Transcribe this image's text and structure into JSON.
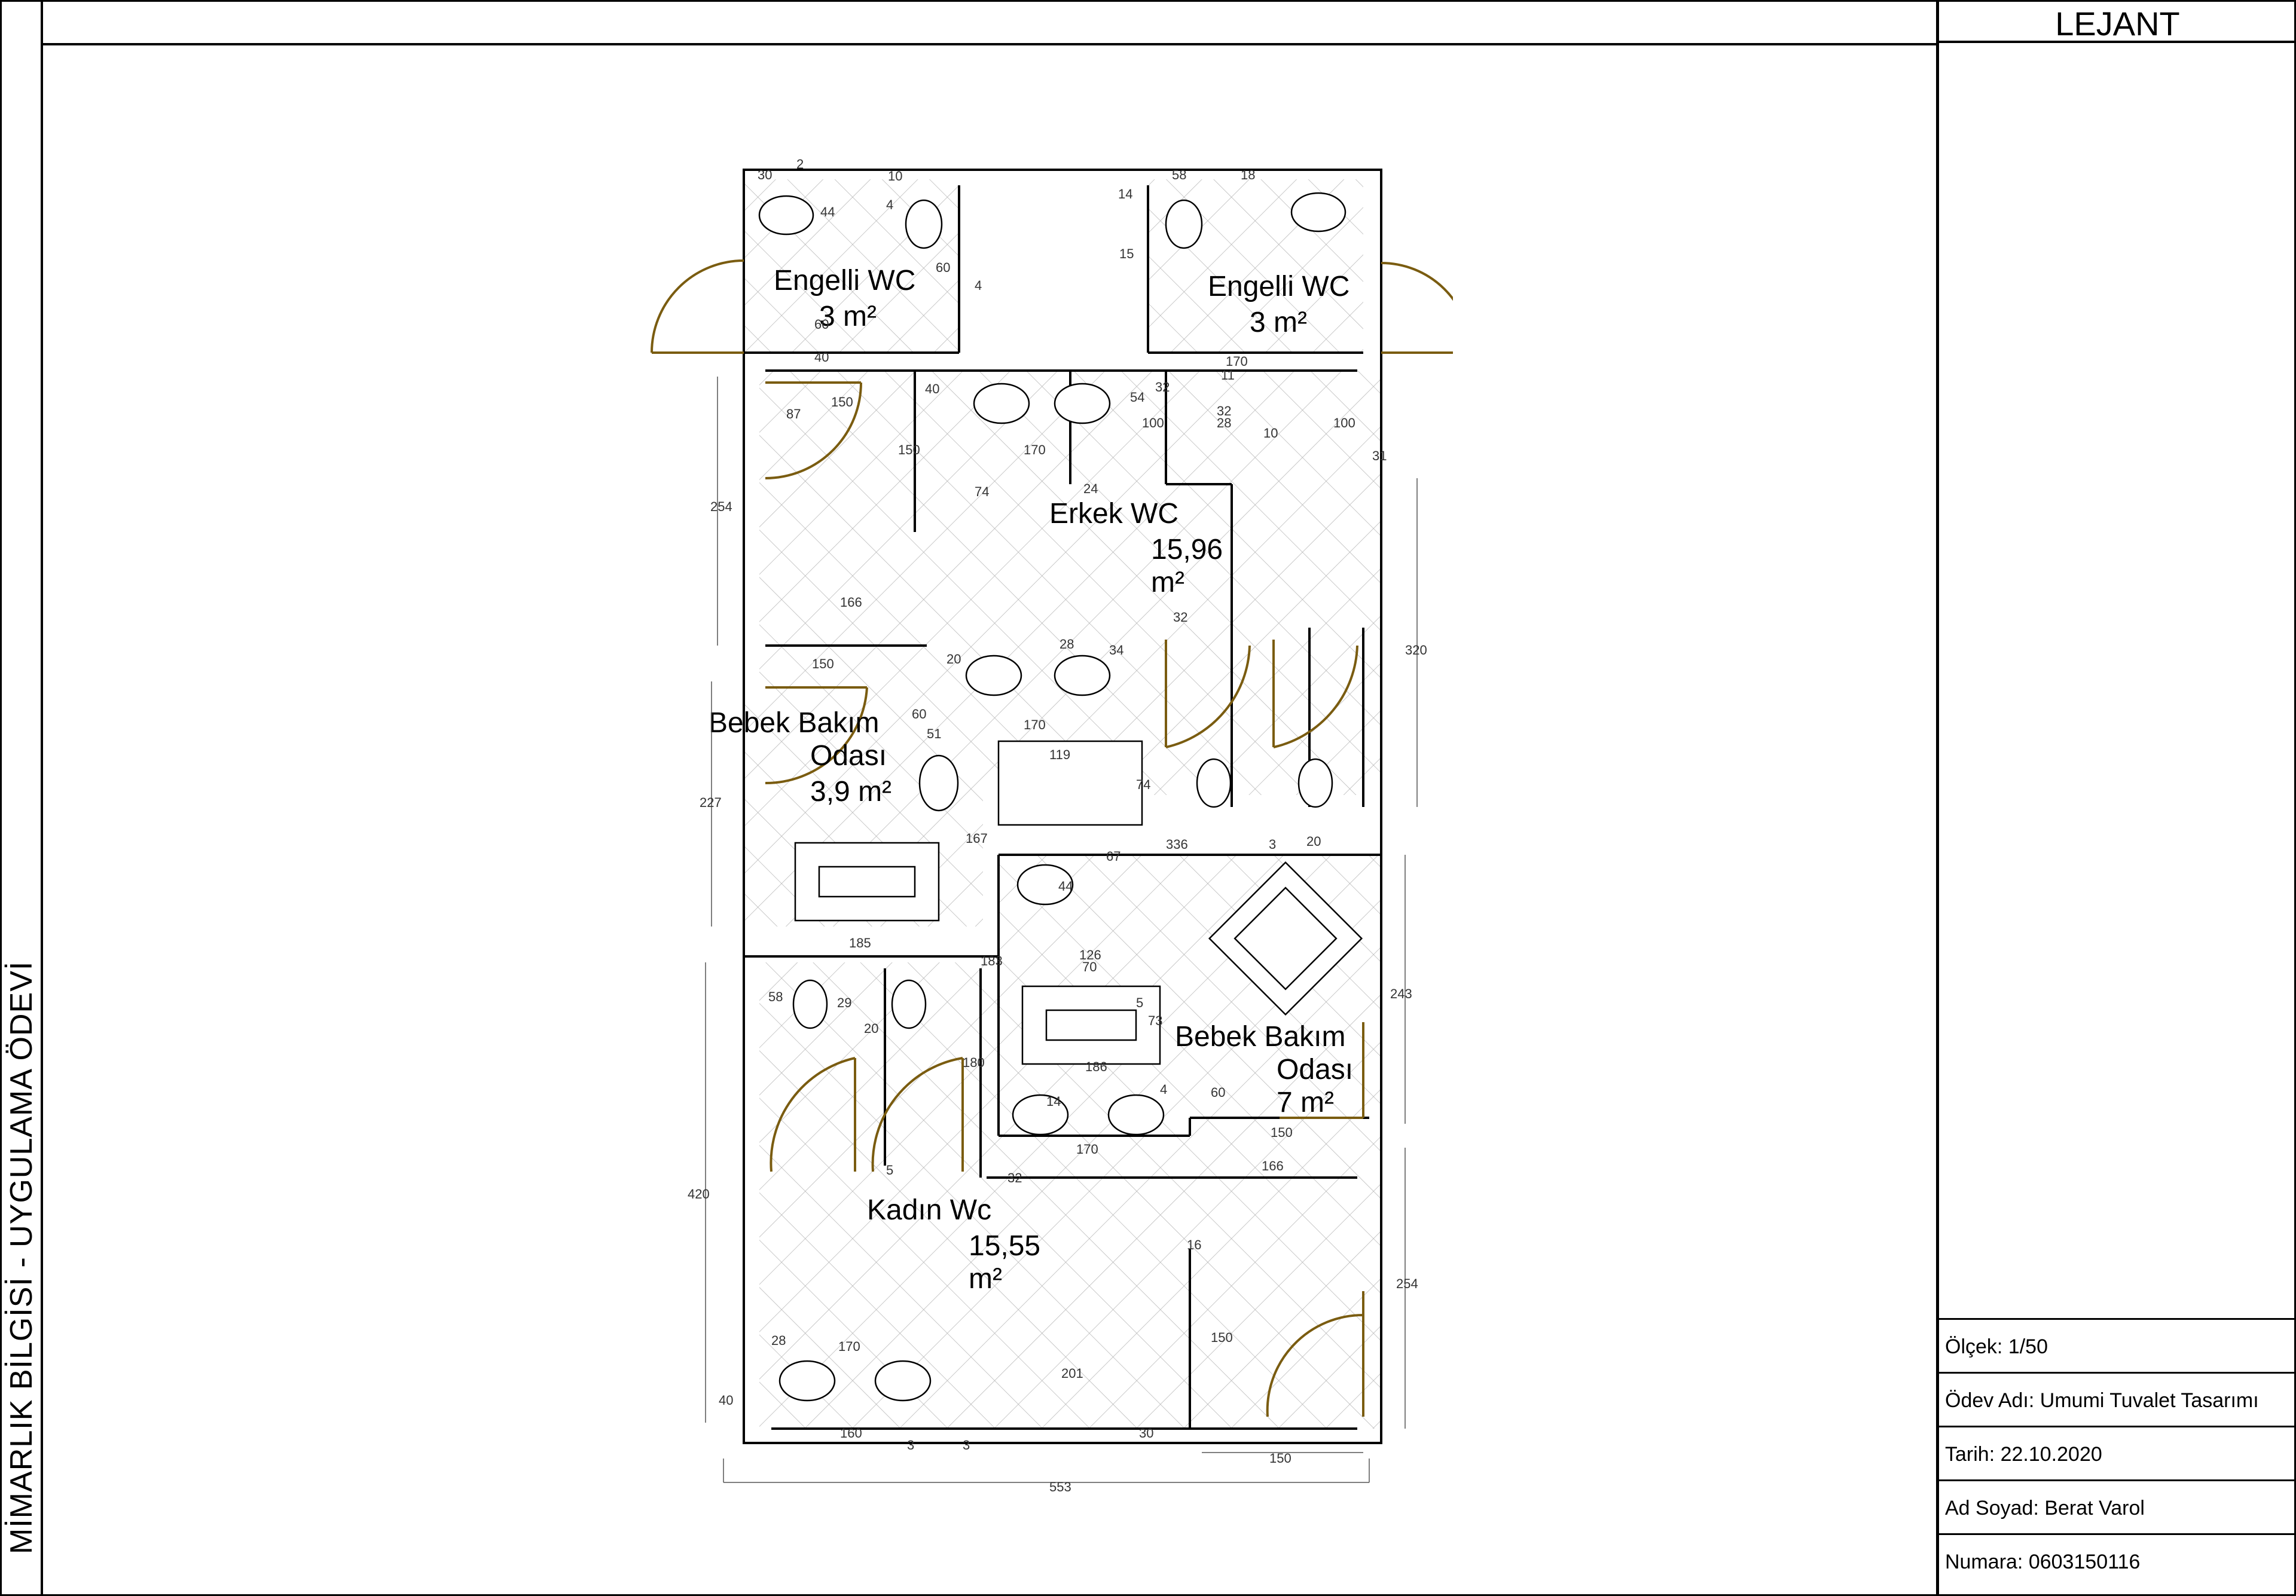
{
  "sheet": {
    "side_title": "MİMARLIK BİLGİSİ - UYGULAMA ÖDEVİ",
    "legend_title": "LEJANT",
    "info": [
      {
        "label": "Ölçek:",
        "value": "1/50"
      },
      {
        "label": "Ödev Adı:",
        "value": "Umumi Tuvalet Tasarımı"
      },
      {
        "label": "Tarih:",
        "value": "22.10.2020"
      },
      {
        "label": "Ad Soyad:",
        "value": "Berat Varol"
      },
      {
        "label": "Numara:",
        "value": "0603150116"
      }
    ]
  },
  "rooms": {
    "engelli_wc_left": {
      "name": "Engelli  WC",
      "area": "3 m²"
    },
    "engelli_wc_right": {
      "name": "Engelli  WC",
      "area": "3 m²"
    },
    "erkek_wc": {
      "name": "Erkek   WC",
      "area1": "15,96",
      "area2": "m²"
    },
    "bebek_bakim_1": {
      "name1": "Bebek  Bakım",
      "name2": "Odası",
      "area": "3,9 m²"
    },
    "bebek_bakim_2": {
      "name1": "Bebek  Bakım",
      "name2": "Odası",
      "area": "7 m²"
    },
    "kadin_wc": {
      "name": "Kadın   Wc",
      "area1": "15,55",
      "area2": "m²"
    }
  },
  "dimensions": {
    "d2": "2",
    "d30": "30",
    "d10": "10",
    "d44": "44",
    "d4a": "4",
    "d60a": "60",
    "d4b": "4",
    "d60b": "60",
    "d40a": "40",
    "d58": "58",
    "d18": "18",
    "d14a": "14",
    "d15": "15",
    "d150a": "150",
    "d87": "87",
    "d40b": "40",
    "d170a": "170",
    "d54": "54",
    "d170b": "170",
    "d32a": "32",
    "d11": "11",
    "d32b": "32",
    "d28a": "28",
    "d10b": "10",
    "d100a": "100",
    "d100b": "100",
    "d31": "31",
    "d254a": "254",
    "d150b": "150",
    "d74a": "74",
    "d24": "24",
    "d320": "320",
    "d166a": "166",
    "d32c": "32",
    "d28b": "28",
    "d20a": "20",
    "d34": "34",
    "d170c": "170",
    "d150c": "150",
    "d60c": "60",
    "d51": "51",
    "d227": "227",
    "d119": "119",
    "d74b": "74",
    "d167": "167",
    "d336": "336",
    "d3a": "3",
    "d20b": "20",
    "d67": "67",
    "d44b": "44",
    "d185": "185",
    "d243": "243",
    "d183": "183",
    "d126": "126",
    "d70": "70",
    "d5a": "5",
    "d73": "73",
    "d58b": "58",
    "d29": "29",
    "d20c": "20",
    "d180": "180",
    "d186": "186",
    "d14b": "14",
    "d4c": "4",
    "d60d": "60",
    "d150d": "150",
    "d170d": "170",
    "d5b": "5",
    "d32d": "32",
    "d166b": "166",
    "d420": "420",
    "d16": "16",
    "d254b": "254",
    "d28c": "28",
    "d150e": "150",
    "d170e": "170",
    "d201": "201",
    "d40c": "40",
    "d160": "160",
    "d3b": "3",
    "d3c": "3",
    "d30b": "30",
    "d150f": "150",
    "d553": "553"
  }
}
